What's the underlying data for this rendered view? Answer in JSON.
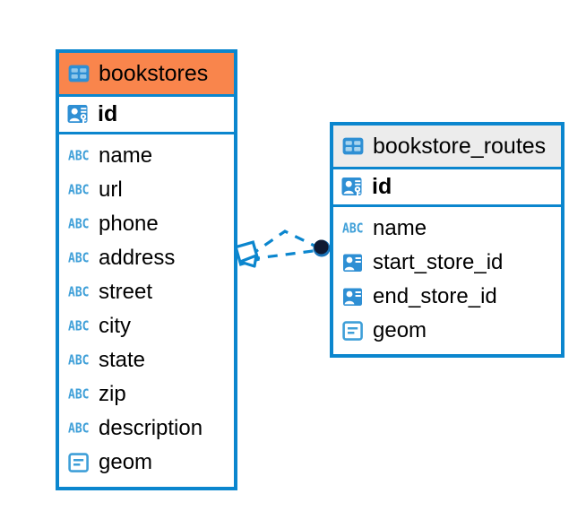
{
  "diagram": {
    "type": "entity-relationship-diagram",
    "colors": {
      "border": "#0b86ce",
      "header_accent": "#f9854c",
      "header_neutral": "#ececec",
      "icon_blue": "#3e9fd8",
      "connector": "#0b86ce",
      "many_endpoint": "#101a33",
      "background": "#ffffff"
    },
    "entities": [
      {
        "name": "bookstores",
        "icon": "table-icon",
        "header_style": "accent",
        "primary_key": {
          "name": "id",
          "icon": "primary-key-icon"
        },
        "fields": [
          {
            "name": "name",
            "icon": "text-type-icon",
            "type_glyph": "ABC"
          },
          {
            "name": "url",
            "icon": "text-type-icon",
            "type_glyph": "ABC"
          },
          {
            "name": "phone",
            "icon": "text-type-icon",
            "type_glyph": "ABC"
          },
          {
            "name": "address",
            "icon": "text-type-icon",
            "type_glyph": "ABC"
          },
          {
            "name": "street",
            "icon": "text-type-icon",
            "type_glyph": "ABC"
          },
          {
            "name": "city",
            "icon": "text-type-icon",
            "type_glyph": "ABC"
          },
          {
            "name": "state",
            "icon": "text-type-icon",
            "type_glyph": "ABC"
          },
          {
            "name": "zip",
            "icon": "text-type-icon",
            "type_glyph": "ABC"
          },
          {
            "name": "description",
            "icon": "text-type-icon",
            "type_glyph": "ABC"
          },
          {
            "name": "geom",
            "icon": "geometry-type-icon",
            "type_glyph": ""
          }
        ]
      },
      {
        "name": "bookstore_routes",
        "icon": "table-icon",
        "header_style": "neutral",
        "primary_key": {
          "name": "id",
          "icon": "primary-key-icon"
        },
        "fields": [
          {
            "name": "name",
            "icon": "text-type-icon",
            "type_glyph": "ABC"
          },
          {
            "name": "start_store_id",
            "icon": "foreign-key-icon",
            "type_glyph": ""
          },
          {
            "name": "end_store_id",
            "icon": "foreign-key-icon",
            "type_glyph": ""
          },
          {
            "name": "geom",
            "icon": "geometry-type-icon",
            "type_glyph": ""
          }
        ]
      }
    ],
    "relationships": [
      {
        "from_entity": "bookstores",
        "to_entity": "bookstore_routes",
        "from_cardinality": "one",
        "to_cardinality": "many",
        "line_style": "dashed",
        "branches": 2
      }
    ]
  }
}
